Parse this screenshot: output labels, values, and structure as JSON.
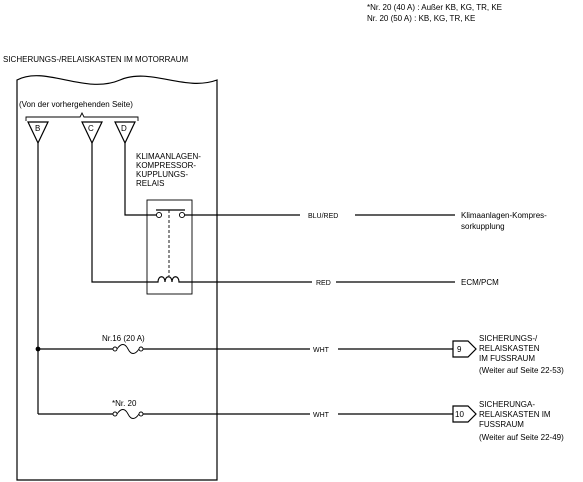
{
  "notes": {
    "line1": "*Nr. 20 (40 A) : Außer KB, KG, TR, KE",
    "line2": "Nr. 20 (50 A) : KB, KG, TR, KE"
  },
  "box_title": "SICHERUNGS-/RELAISKASTEN IM MOTORRAUM",
  "prev_page": "(Von der vorhergehenden Seite)",
  "connectors": {
    "b": "B",
    "c": "C",
    "d": "D"
  },
  "relay_label": [
    "KLIMAANLAGEN-",
    "KOMPRESSOR-",
    "KUPPLUNGS-",
    "RELAIS"
  ],
  "wires": {
    "blu_red": "BLU/RED",
    "red": "RED",
    "wht1": "WHT",
    "wht2": "WHT"
  },
  "destinations": {
    "clutch": [
      "Klimaanlagen-Kompres-",
      "sorkupplung"
    ],
    "ecm": "ECM/PCM"
  },
  "fuses": {
    "f16": "Nr.16 (20 A)",
    "f20": "*Nr. 20"
  },
  "flags": {
    "f9": {
      "num": "9",
      "lines": [
        "SICHERUNGS-/",
        "RELAISKASTEN",
        "IM FUSSRAUM",
        "(Weiter auf Seite 22-53)"
      ]
    },
    "f10": {
      "num": "10",
      "lines": [
        "SICHERUNGA-",
        "RELAISKASTEN IM",
        "FUSSRAUM",
        "(Weiter auf Seite 22-49)"
      ]
    }
  }
}
